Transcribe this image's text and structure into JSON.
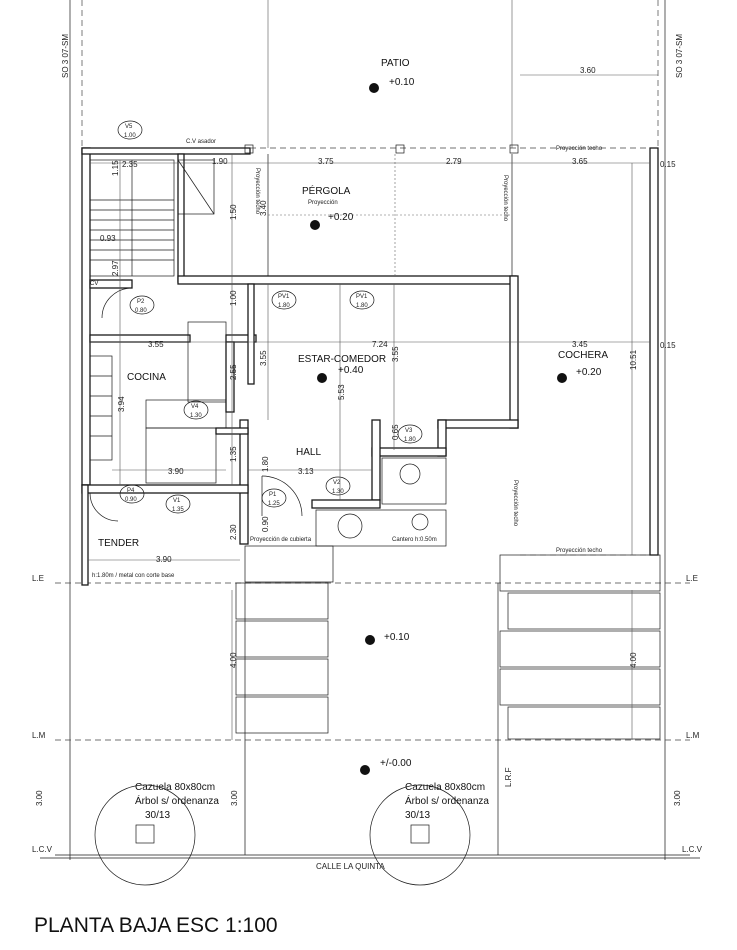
{
  "labels": {
    "patio": "PATIO",
    "patio_level": "+0.10",
    "pergola": "PÉRGOLA",
    "pergola_sub": "Proyección",
    "pergola_level": "+0.20",
    "estar": "ESTAR-COMEDOR",
    "estar_level": "+0.40",
    "cochera": "COCHERA",
    "cochera_level": "+0.20",
    "cocina": "COCINA",
    "hall": "HALL",
    "tender": "TENDER",
    "front_level": "+0.10",
    "street_level": "+/-0.00",
    "cv_asador": "C.V asador",
    "cv": "CV",
    "proy_techo": "Proyección techo",
    "proy_cubierta": "Proyección de cubierta",
    "cantero": "Cantero h:0.50m",
    "tender_note": "h:1.80m / metal con corte base",
    "cazuela": "Cazuela 80x80cm",
    "arbol": "Árbol s/ ordenanza",
    "ord": "30/13",
    "street": "CALLE LA QUINTA",
    "le": "L.E",
    "lm": "L.M",
    "lcv": "L.C.V",
    "lrf": "L.R.F",
    "side_left": "SO 3 07-SM",
    "side_right": "SO 3 07-SM",
    "title": "PLANTA BAJA ESC 1:100"
  },
  "tags": {
    "v5": {
      "id": "V5",
      "v": "1.00"
    },
    "p2": {
      "id": "P2",
      "v": "0.80"
    },
    "pv1a": {
      "id": "PV1",
      "v": "1.80"
    },
    "pv1b": {
      "id": "PV1",
      "v": "1.80"
    },
    "v4": {
      "id": "V4",
      "v": "1.30"
    },
    "v3": {
      "id": "V3",
      "v": "1.80"
    },
    "v2": {
      "id": "V2",
      "v": "1.30"
    },
    "p4": {
      "id": "P4",
      "v": "0.90"
    },
    "v1": {
      "id": "V1",
      "v": "1.35"
    },
    "p1": {
      "id": "P1",
      "v": "1.25"
    }
  },
  "dims": {
    "d360": "3.60",
    "d235": "2.35",
    "d190": "1.90",
    "d375": "3.75",
    "d279": "2.79",
    "d365": "3.65",
    "d015a": "0.15",
    "d015b": "0.15",
    "d115": "1.15",
    "d340": "3.40",
    "d150": "1.50",
    "d093": "0.93",
    "d297": "2.97",
    "d100": "1.00",
    "d355a": "3.55",
    "d724": "7.24",
    "d345": "3.45",
    "d355b": "3.55",
    "d355c": "3.55",
    "d255": "2.55",
    "d553": "5.53",
    "d1051": "10.51",
    "d394": "3.94",
    "d065": "0.65",
    "d135": "1.35",
    "d180": "1.80",
    "d313": "3.13",
    "d390a": "3.90",
    "d090": "0.90",
    "d230": "2.30",
    "d390b": "3.90",
    "d400a": "4.00",
    "d400b": "4.00",
    "d300a": "3.00",
    "d300b": "3.00",
    "d300c": "3.00"
  }
}
